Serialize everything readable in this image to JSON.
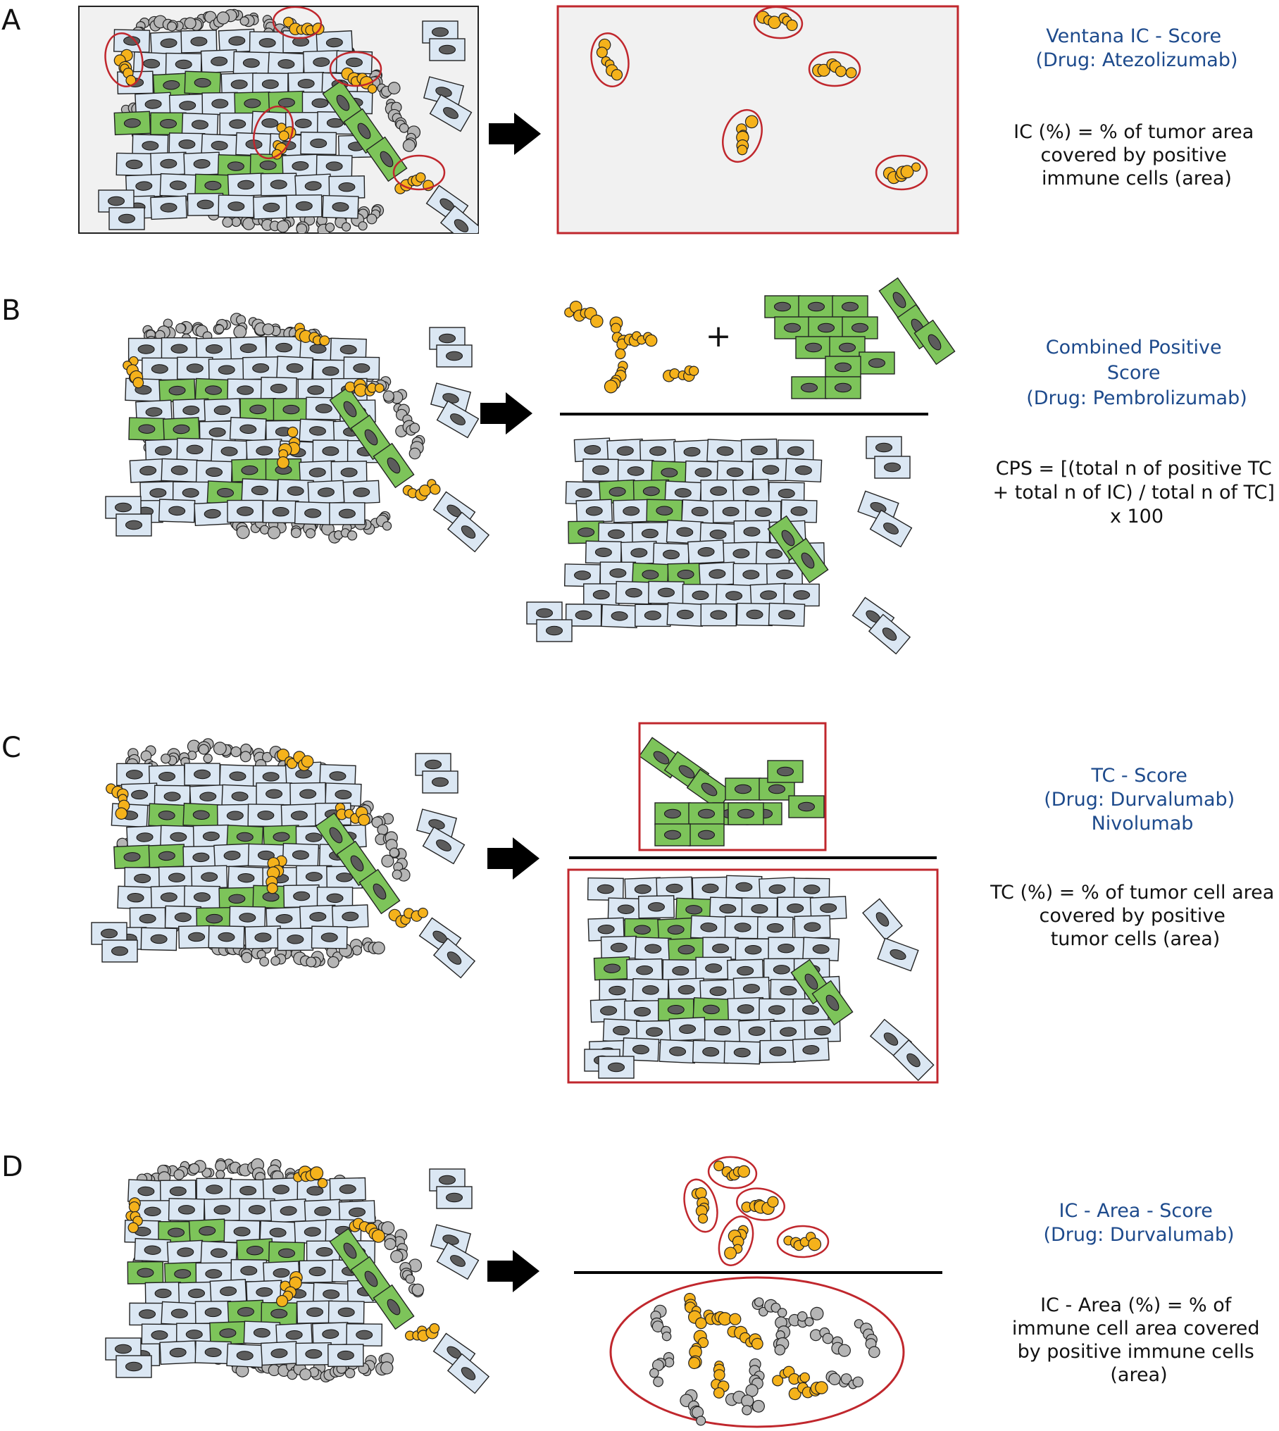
{
  "panels": [
    {
      "id": "A",
      "label": "A",
      "title_lines": [
        "Ventana IC - Score",
        "(Drug: Atezolizumab)"
      ],
      "formula_lines": [
        "IC (%) = % of tumor area",
        "covered by positive",
        "immune cells (area)"
      ]
    },
    {
      "id": "B",
      "label": "B",
      "plus_sign": "+",
      "title_lines": [
        "Combined Positive",
        "Score",
        "(Drug: Pembrolizumab)"
      ],
      "formula_lines": [
        "CPS = [(total n of positive TC",
        "+ total n of IC) / total n of TC]",
        "x 100"
      ]
    },
    {
      "id": "C",
      "label": "C",
      "title_lines": [
        "TC - Score",
        "(Drug: Durvalumab)",
        "Nivolumab"
      ],
      "formula_lines": [
        "TC (%) = % of tumor cell area",
        "covered by positive",
        "tumor cells (area)"
      ]
    },
    {
      "id": "D",
      "label": "D",
      "title_lines": [
        "IC - Area - Score",
        "(Drug: Durvalumab)"
      ],
      "formula_lines": [
        "IC - Area (%) = % of",
        "immune cell area covered",
        "by positive immune cells",
        "(area)"
      ]
    }
  ],
  "colors": {
    "tumor_cell": "#dbe7f3",
    "positive_tumor_cell": "#7dc45a",
    "positive_immune_cell": "#f5b21b",
    "negative_immune_cell": "#b5b5b5",
    "nucleus": "#5c5c5c",
    "highlight": "#c0272d",
    "title_text": "#1d4a8c",
    "formula_text": "#111111"
  }
}
